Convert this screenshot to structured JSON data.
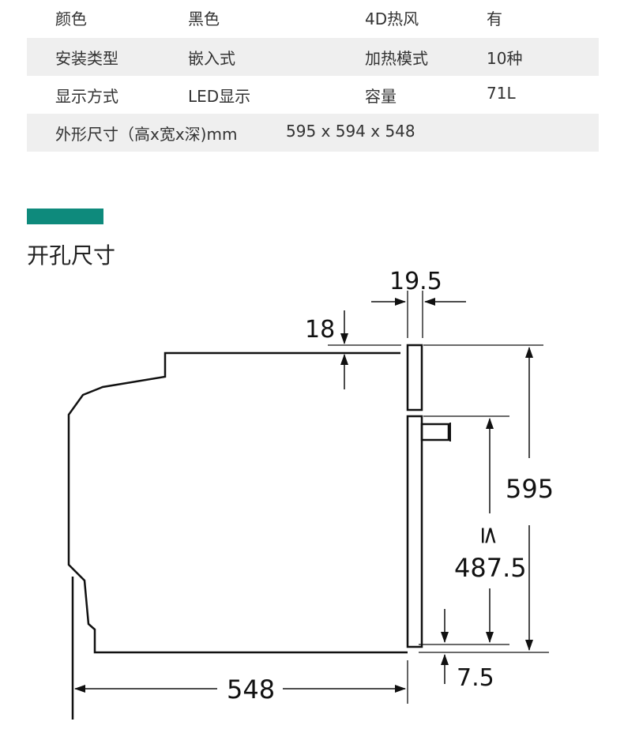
{
  "specs": {
    "rows": [
      {
        "label1": "颜色",
        "value1": "黑色",
        "label2": "4D热风",
        "value2": "有"
      },
      {
        "label1": "安装类型",
        "value1": "嵌入式",
        "label2": "加热模式",
        "value2": "10种"
      },
      {
        "label1": "显示方式",
        "value1": "LED显示",
        "label2": "容量",
        "value2": "71L"
      },
      {
        "label1": "外形尺寸（高x宽x深)mm",
        "value1": "595 x 594 x 548"
      }
    ]
  },
  "section": {
    "title": "开孔尺寸",
    "accent_color": "#0e8a7c"
  },
  "diagram": {
    "dims": {
      "d19_5": "19.5",
      "d18": "18",
      "d595": "595",
      "d_le": "≤",
      "d487_5": "487.5",
      "d7_5": "7.5",
      "d548": "548"
    }
  }
}
